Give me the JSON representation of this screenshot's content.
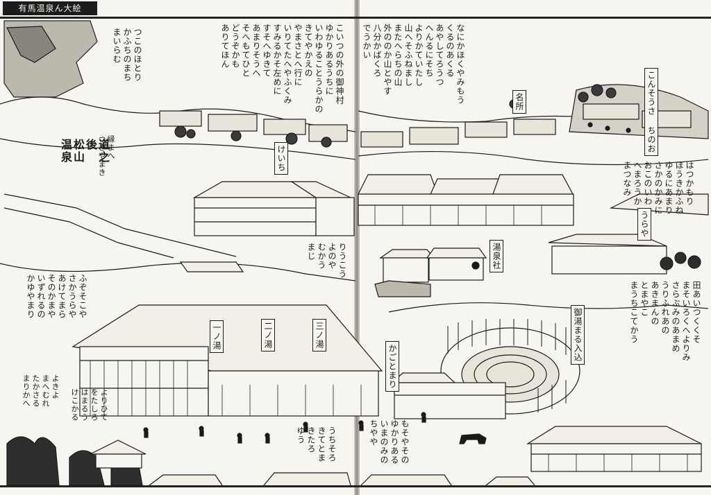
{
  "header": {
    "title": "有馬温泉ん大絵"
  },
  "texts": {
    "left_top_col1": "こいつの外の御神村\nゆかりあるうちに\nいわゆることうらかの\nきてやかえの\nやまさとへ行に\nいりてたへやふくみ\nすみるかそ左めに\nすそへゆきて\nあまりそうへ\nそへもてひと\nどうぞかも\nありてほん",
    "left_top_col2": "つこのほとり\nかふちのまち\nまいらむ",
    "right_top_col1": "なにかほくやみもう\nくるのあくる\nあやしてろうつ\nへんるにそち\nよりかていたし\n山へそふねまし\nまたへらちの山\n外ののか山とやす\n八分かばくろ\nでうかい",
    "right_top_col2": "はつかもり\nほうきかふね\nゆるにあまり\nさかのかみに\nおこのいわ\nへまろうか\nまつなみ",
    "road_label": "道之後\n松山\n温泉",
    "road_label2": "縁まへ\nつきやまき",
    "left_mid": "ふぞそこや\nさかうらや\nあけてまら\nそのかまや\nいずれるの\nかゆやまり",
    "right_mid": "田あいつくくそ\nまそいろくへよりみ\nさらぶみのあまめ\nうりふれあの\nあきまんの\nとまやこ\nまうちこてかう",
    "center_mid": "りうこう\nよのや\nむかう\nまじ",
    "bottom_center": "うちそろ\nきてとま\nきたろ\nゆう",
    "bottom_right": "もそやその\nゆかりある\nいまのみの\nちやや",
    "bottom_left": "よりひて\nをたしろ\nはまるう\nけこかる",
    "bottom_left2": "よきよ\nまへむれ\nたかさる\nまりかへ"
  },
  "labels": {
    "ichi_no_yu": "一ノ湯",
    "ni_no_yu": "二ノ湯",
    "san_no_yu": "三ノ湯",
    "rokkaku": "名所",
    "hot_spring_sign": "御湯まる入込",
    "kagotomari": "かごとまり",
    "shrine_label": "湯泉社",
    "cho_label": "こんそうさ\nちのお",
    "left_label_a": "けいち",
    "right_label_b": "うらや"
  }
}
